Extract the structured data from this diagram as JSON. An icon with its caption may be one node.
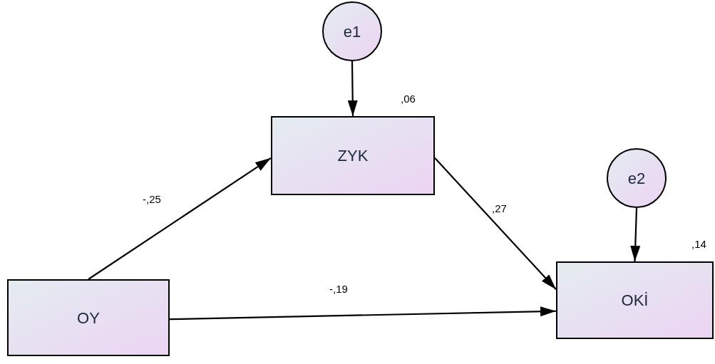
{
  "diagram": {
    "nodes": [
      {
        "text": [
          "e1"
        ]
      },
      {
        "text": [
          "ZYK"
        ],
        "beside": [
          ",06"
        ]
      },
      {
        "text": [
          "e2"
        ]
      },
      {
        "text": [
          "OY"
        ]
      },
      {
        "text": [
          "OKİ"
        ],
        "beside": [
          ",14"
        ]
      }
    ],
    "edges": [
      {
        "from": 0,
        "to": 1,
        "arrow": "to"
      },
      {
        "from": 3,
        "to": 1,
        "arrow": "to",
        "label": "-,25"
      },
      {
        "from": 1,
        "to": 4,
        "arrow": "to",
        "label": ",27"
      },
      {
        "from": 2,
        "to": 4,
        "arrow": "to"
      },
      {
        "from": 3,
        "to": 4,
        "arrow": "to",
        "label": "-,19"
      }
    ]
  }
}
